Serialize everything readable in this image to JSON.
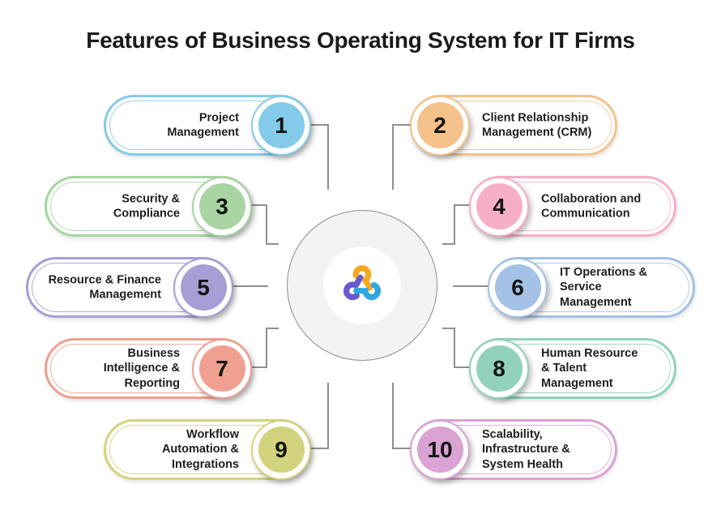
{
  "title": "Features of Business Operating System for IT Firms",
  "features": [
    {
      "num": "1",
      "label": "Project\nManagement",
      "color": "#83CBE8",
      "side": "left"
    },
    {
      "num": "2",
      "label": "Client Relationship\nManagement (CRM)",
      "color": "#F5C28C",
      "side": "right"
    },
    {
      "num": "3",
      "label": "Security &\nCompliance",
      "color": "#A8D5A2",
      "side": "left"
    },
    {
      "num": "4",
      "label": "Collaboration and\nCommunication",
      "color": "#F7AFC5",
      "side": "right"
    },
    {
      "num": "5",
      "label": "Resource & Finance\nManagement",
      "color": "#A79ED5",
      "side": "left"
    },
    {
      "num": "6",
      "label": "IT Operations &\nService\nManagement",
      "color": "#A3C2E5",
      "side": "right"
    },
    {
      "num": "7",
      "label": "Business\nIntelligence &\nReporting",
      "color": "#F0A090",
      "side": "left"
    },
    {
      "num": "8",
      "label": "Human Resource\n& Talent\nManagement",
      "color": "#92D2BC",
      "side": "right"
    },
    {
      "num": "9",
      "label": "Workflow\nAutomation &\nIntegrations",
      "color": "#D3D37E",
      "side": "left"
    },
    {
      "num": "10",
      "label": "Scalability,\nInfrastructure &\nSystem Health",
      "color": "#D9A3D3",
      "side": "right"
    }
  ],
  "center": {
    "logo": "triangular-knot-logo",
    "logo_colors": {
      "orange": "#F6A81C",
      "purple": "#6A59D1",
      "blue": "#2FA8DF"
    },
    "hub_fill": "#f3f3f4",
    "hub_border": "#8d8d8d"
  },
  "connector_color": "#8f8f8f"
}
